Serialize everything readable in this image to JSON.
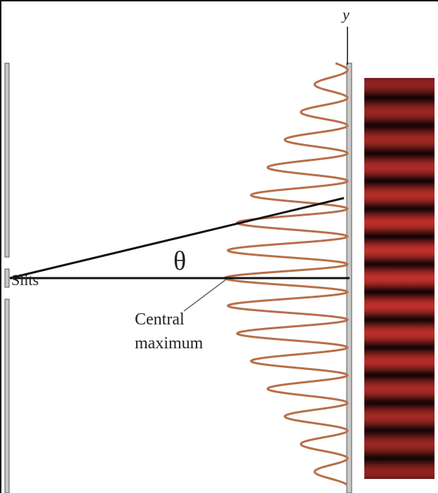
{
  "labels": {
    "y_axis": "y",
    "slits": "Slits",
    "theta": "θ",
    "central_line1": "Central",
    "central_line2": "maximum"
  },
  "colors": {
    "curve": "#b86f49",
    "barrier": "#c8c8c8",
    "barrier_edge": "#555555",
    "ray": "#111111",
    "fringe_bright": "#c0302b",
    "fringe_dark": "#100304"
  },
  "pattern": {
    "fringe_count": 15,
    "description_hidden": false
  }
}
